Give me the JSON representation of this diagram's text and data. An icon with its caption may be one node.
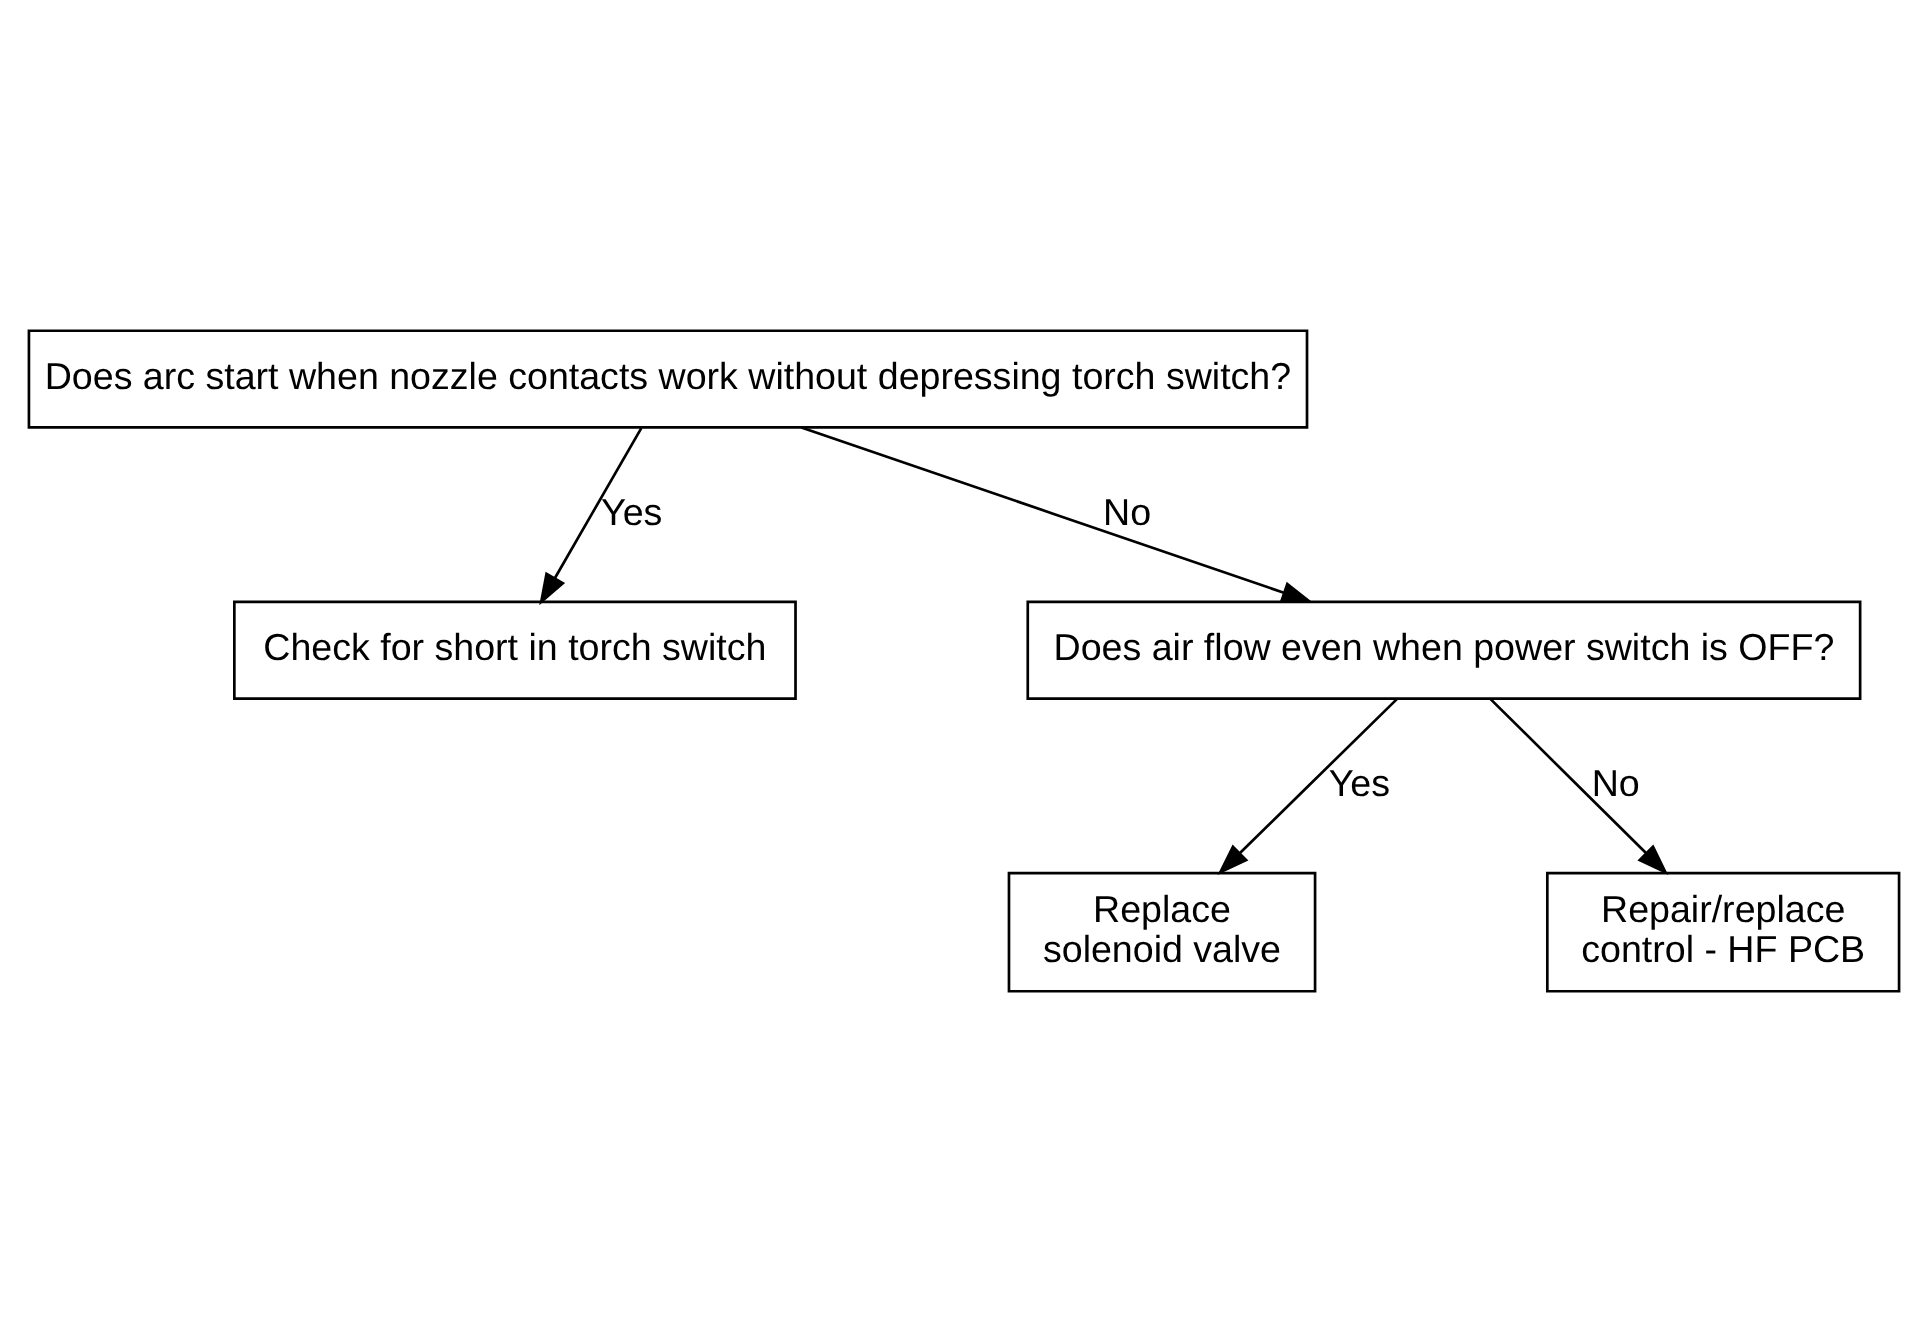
{
  "diagram": {
    "nodes": [
      {
        "text": [
          "Does arc start when nozzle contacts work without depressing torch switch?"
        ]
      },
      {
        "text": [
          "Check for short in torch switch"
        ]
      },
      {
        "text": [
          "Does air flow even when power switch is OFF?"
        ]
      },
      {
        "text": [
          "Replace solenoid valve"
        ]
      },
      {
        "text": [
          "Repair/replace control - HF PCB"
        ]
      }
    ],
    "edges": [
      {
        "from": 0,
        "to": 1,
        "arrow": "to",
        "label": "Yes"
      },
      {
        "from": 0,
        "to": 2,
        "arrow": "to",
        "label": "No"
      },
      {
        "from": 2,
        "to": 3,
        "arrow": "to",
        "label": "Yes"
      },
      {
        "from": 2,
        "to": 4,
        "arrow": "to",
        "label": "No"
      }
    ]
  }
}
